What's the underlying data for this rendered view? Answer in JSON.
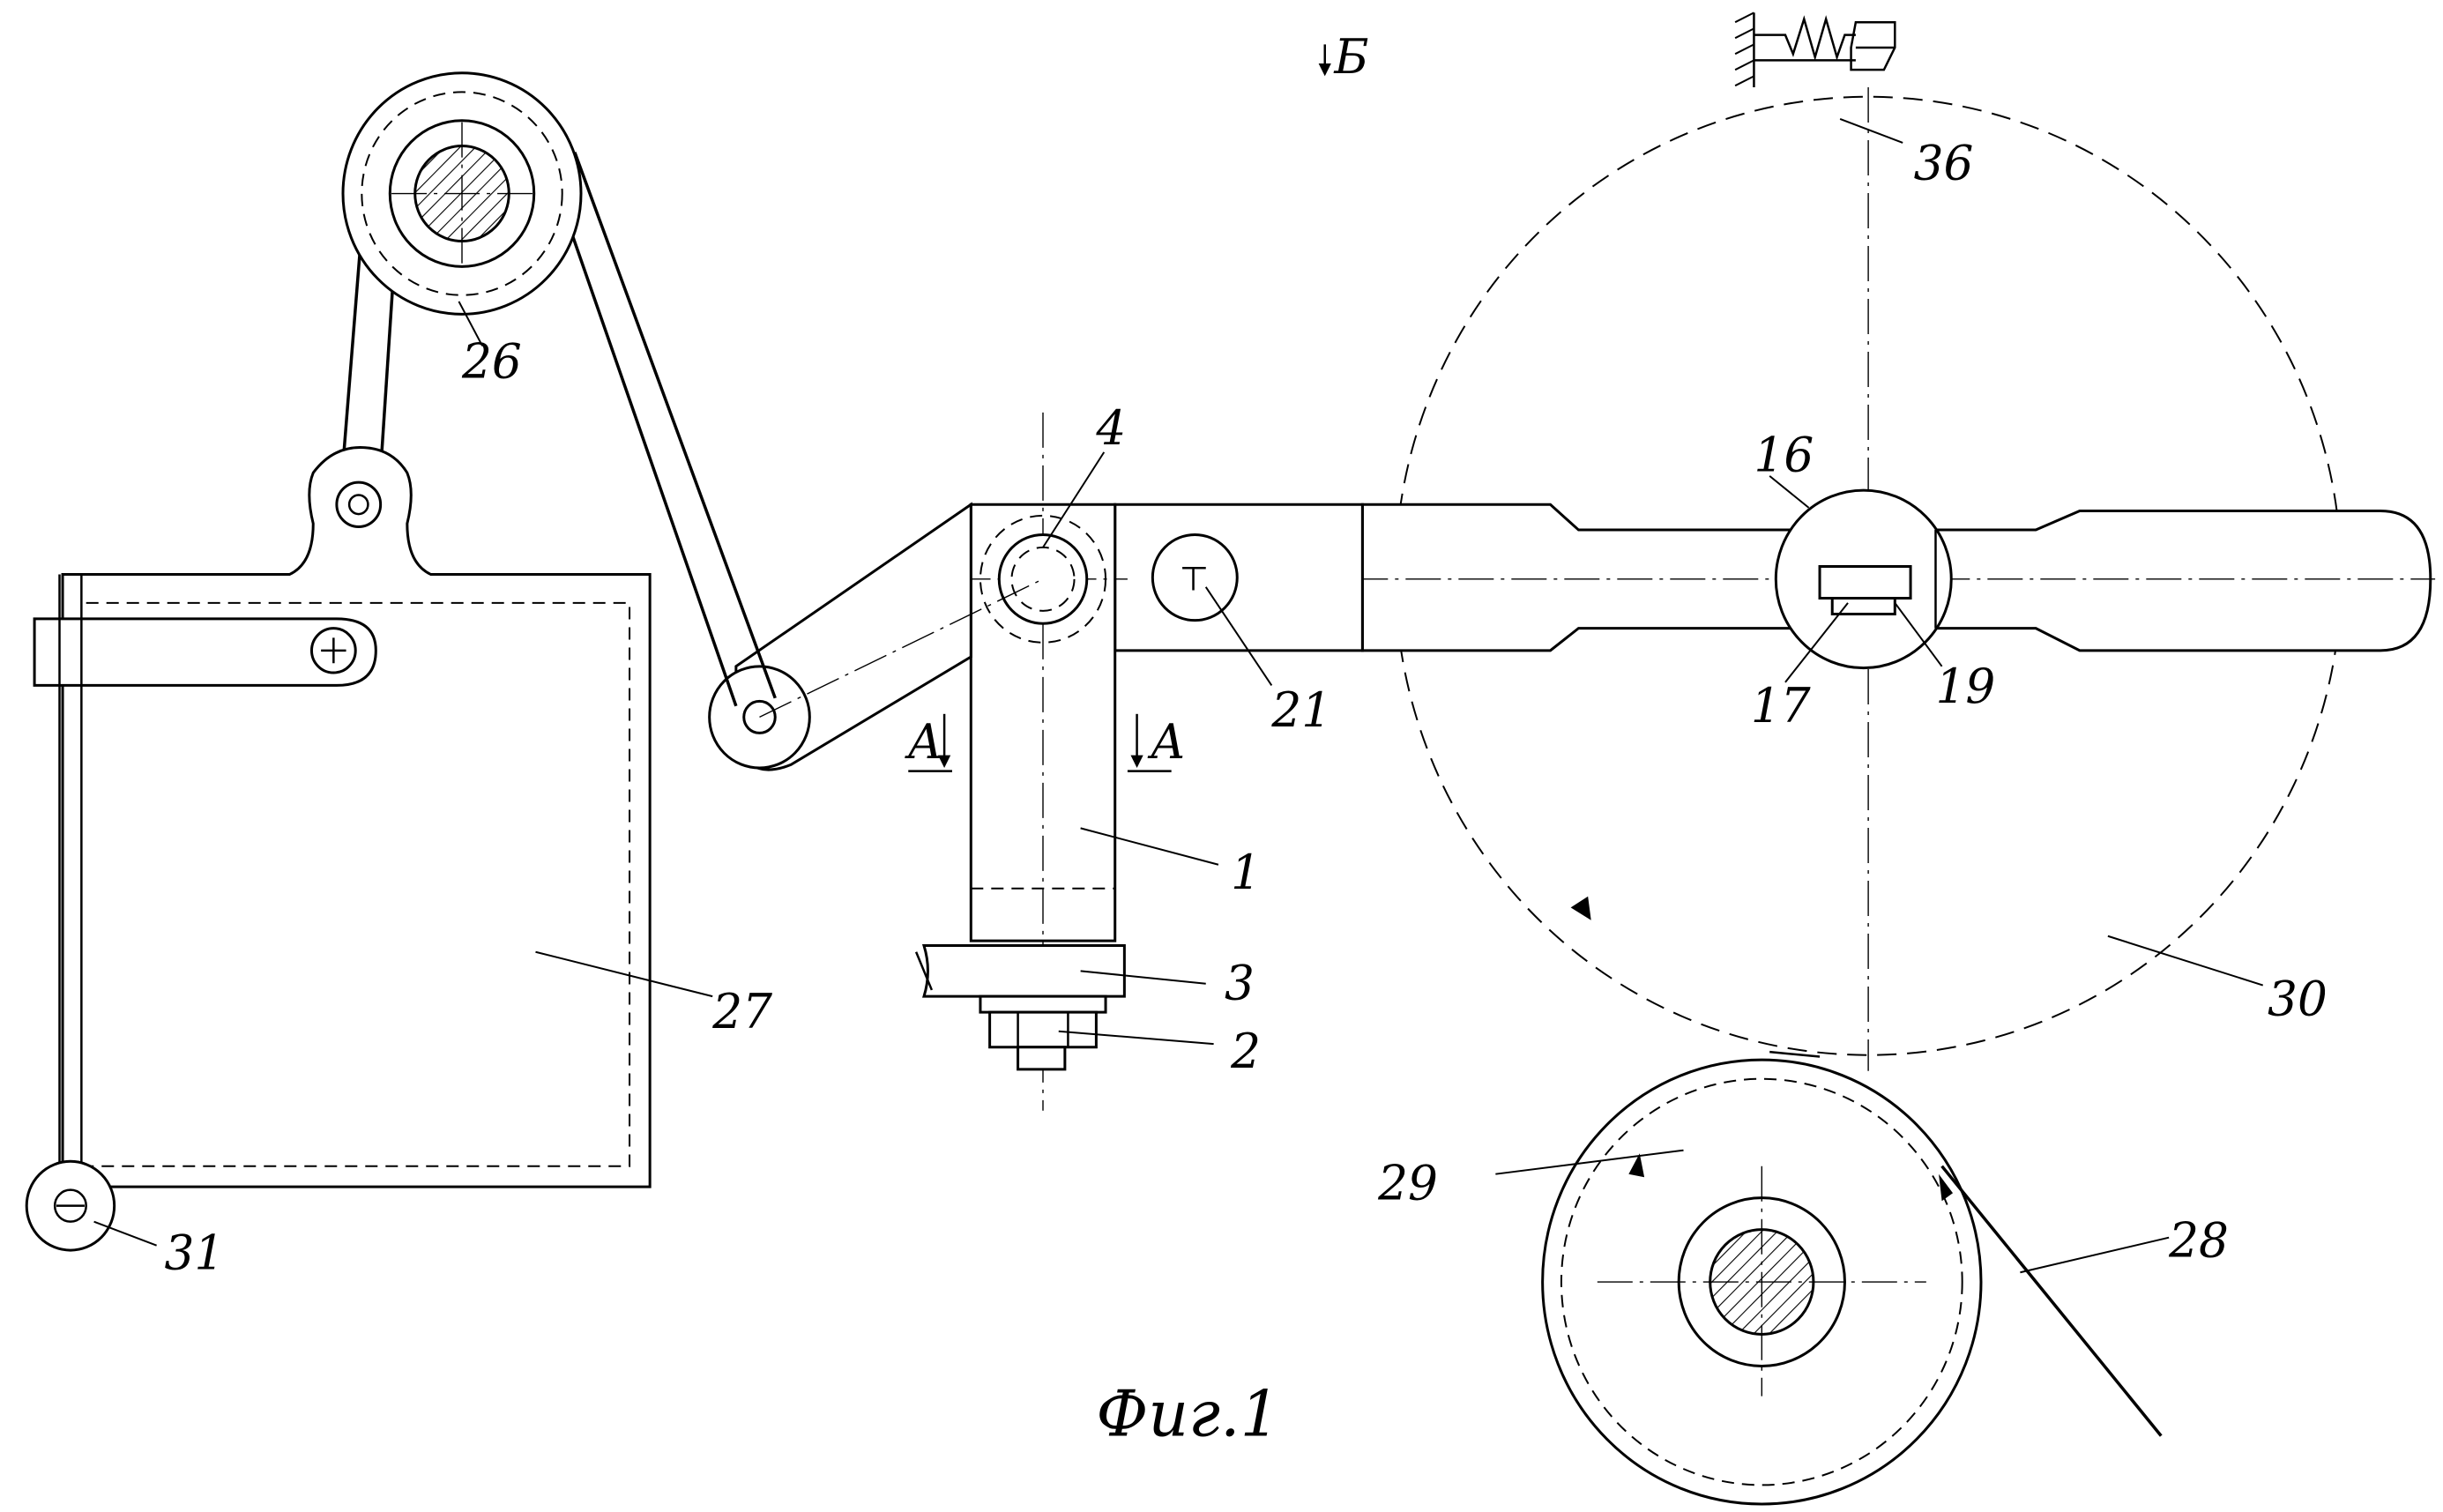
{
  "figure": {
    "caption": "Фиг.1",
    "section_marks": {
      "a_left": "A",
      "a_right": "A",
      "b": "Б"
    },
    "labels": {
      "n1": "1",
      "n2": "2",
      "n3": "3",
      "n4": "4",
      "n16": "16",
      "n17": "17",
      "n19": "19",
      "n21": "21",
      "n26": "26",
      "n27": "27",
      "n28": "28",
      "n29": "29",
      "n30": "30",
      "n31": "31",
      "n36": "36"
    }
  }
}
